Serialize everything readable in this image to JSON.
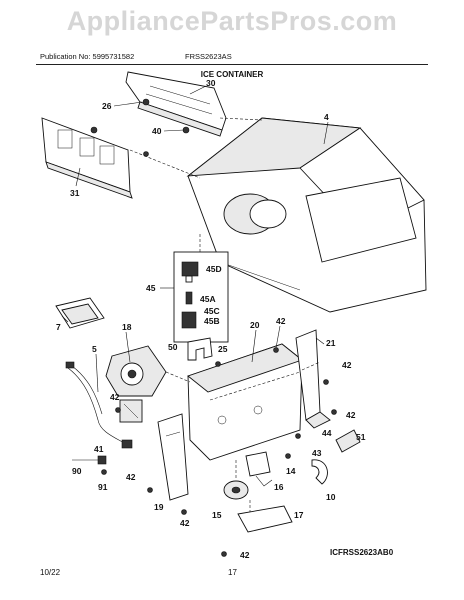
{
  "watermark": "AppliancePartsPros.com",
  "header": {
    "publication": "Publication No: 5995731582",
    "model": "FRSS2623AS",
    "title": "ICE CONTAINER"
  },
  "labels": {
    "p30": "30",
    "p26": "26",
    "p40": "40",
    "p4": "4",
    "p31": "31",
    "p45": "45",
    "p45d": "45D",
    "p45a": "45A",
    "p45c": "45C",
    "p45b": "45B",
    "p7": "7",
    "p18": "18",
    "p5": "5",
    "p50": "50",
    "p25": "25",
    "p20": "20",
    "p42a": "42",
    "p21": "21",
    "p42b": "42",
    "p42c": "42",
    "p42d": "42",
    "p44": "44",
    "p51": "51",
    "p43": "43",
    "p41": "41",
    "p90": "90",
    "p91": "91",
    "p42e": "42",
    "p19": "19",
    "p42f": "42",
    "p14": "14",
    "p16": "16",
    "p10": "10",
    "p15": "15",
    "p17": "17",
    "p42g": "42"
  },
  "figure_code": "ICFRSS2623AB0",
  "footer": {
    "date": "10/22",
    "page": "17"
  }
}
